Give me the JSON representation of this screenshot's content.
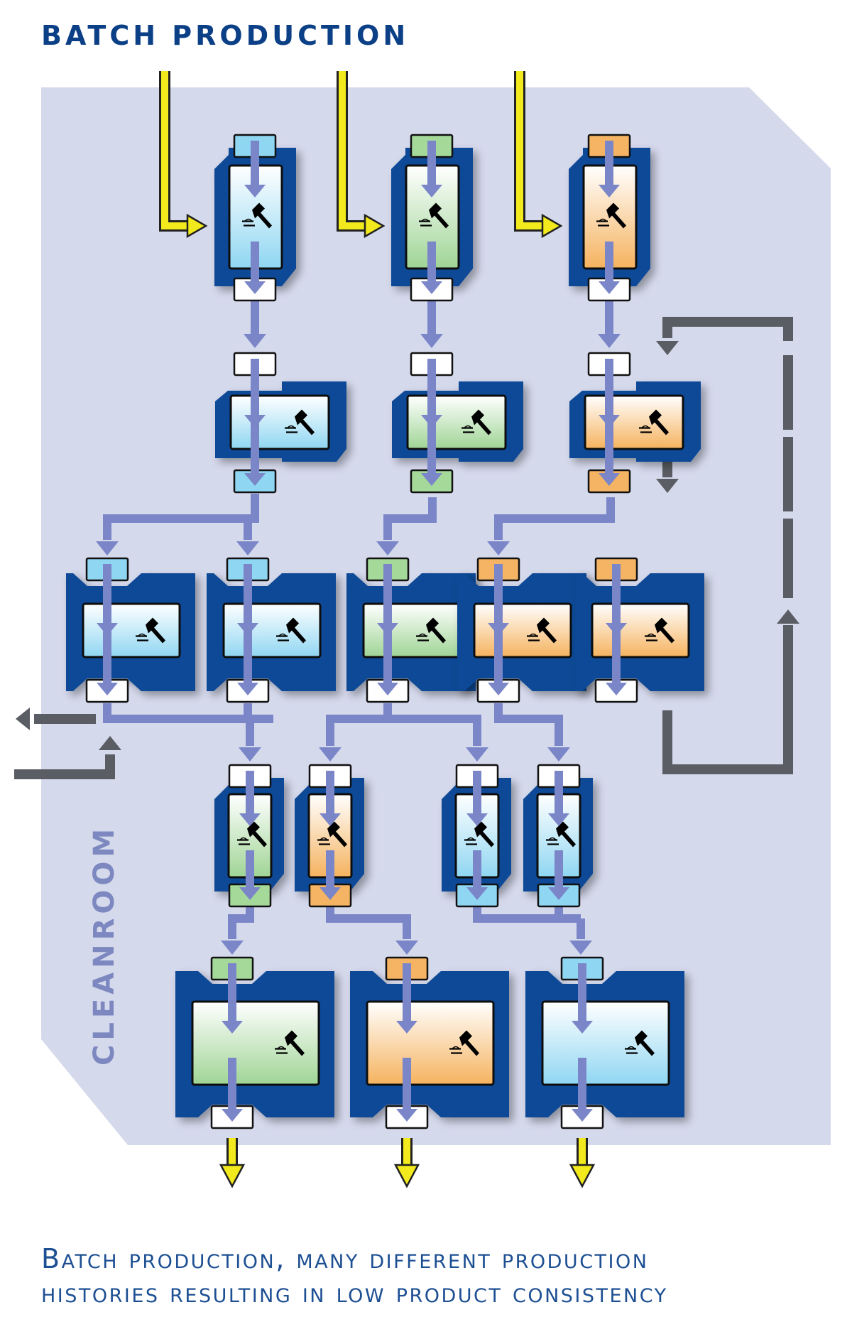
{
  "title": "BATCH PRODUCTION",
  "zone_label": "CLEANROOM",
  "caption": {
    "line1": "Batch production, many different production",
    "line2": "histories resulting in low product consistency"
  },
  "colors": {
    "zone_fill": "#d5d9ec",
    "unit_body": "#0a4a96",
    "connector": "#7b86c8",
    "recycle": "#5a5d63",
    "feed": "#f2ea1c",
    "blue": "#8fd6f2",
    "green": "#a4d99a",
    "orange": "#f5b464",
    "white_port": "#ffffff"
  },
  "icons": {
    "process": "hammer-icon",
    "feed": "yellow-arrow-icon",
    "flow": "flow-arrow-icon"
  },
  "stages": [
    {
      "name": "stage-1",
      "units": [
        {
          "product": "blue"
        },
        {
          "product": "green"
        },
        {
          "product": "orange"
        }
      ]
    },
    {
      "name": "stage-2",
      "units": [
        {
          "product": "blue"
        },
        {
          "product": "green"
        },
        {
          "product": "orange"
        }
      ]
    },
    {
      "name": "stage-3",
      "units": [
        {
          "product": "blue"
        },
        {
          "product": "blue"
        },
        {
          "product": "green"
        },
        {
          "product": "orange"
        },
        {
          "product": "orange"
        }
      ]
    },
    {
      "name": "stage-4",
      "units": [
        {
          "product": "green"
        },
        {
          "product": "orange"
        },
        {
          "product": "blue"
        },
        {
          "product": "blue"
        }
      ]
    },
    {
      "name": "stage-5",
      "units": [
        {
          "product": "green"
        },
        {
          "product": "orange"
        },
        {
          "product": "blue"
        }
      ]
    }
  ],
  "feeds_in": 3,
  "outputs": 3
}
